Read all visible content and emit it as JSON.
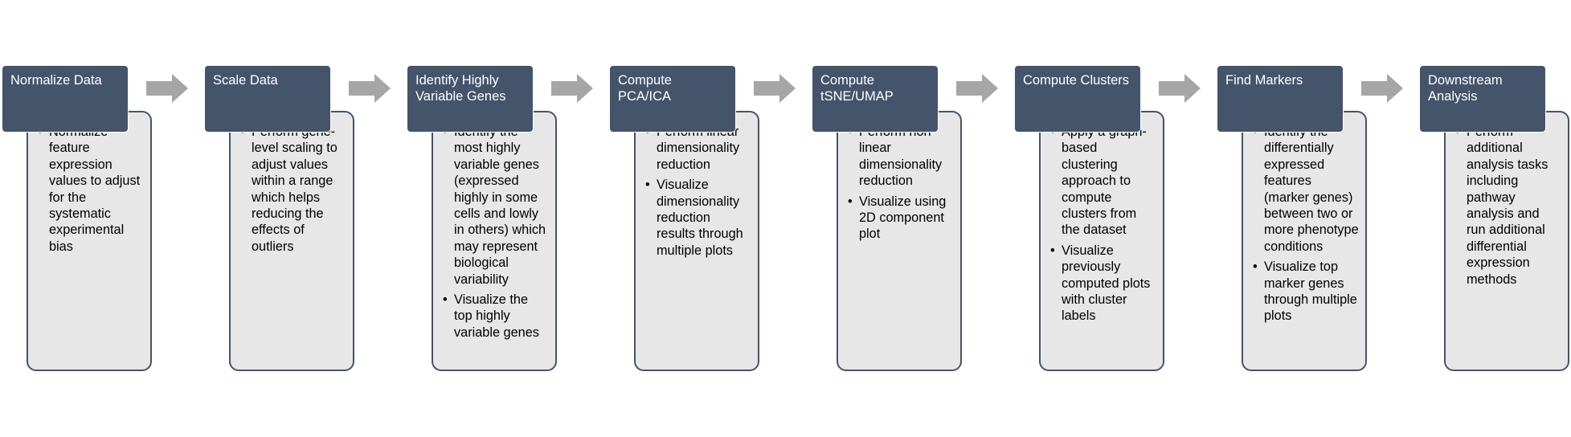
{
  "colors": {
    "header_fill": "#44546a",
    "body_fill": "#e7e7e7",
    "body_border": "#44546a",
    "arrow_fill": "#a6a6a6",
    "header_text": "#ffffff",
    "body_text": "#000000"
  },
  "steps": [
    {
      "title": "Normalize Data",
      "bullets": [
        "Normalize feature expression values to adjust for the systematic experimental bias"
      ]
    },
    {
      "title": "Scale Data",
      "bullets": [
        "Perform gene-level scaling to adjust values within a range which helps reducing the effects of outliers"
      ]
    },
    {
      "title": "Identify Highly Variable Genes",
      "bullets": [
        "Identify the most highly variable genes (expressed highly in some cells and lowly in others) which may represent biological variability",
        "Visualize the top highly variable genes"
      ]
    },
    {
      "title": "Compute PCA/ICA",
      "bullets": [
        "Perform linear dimensionality reduction",
        "Visualize dimensionality reduction results through multiple plots"
      ]
    },
    {
      "title": "Compute tSNE/UMAP",
      "bullets": [
        "Perform non-linear dimensionality reduction",
        "Visualize using 2D component plot"
      ]
    },
    {
      "title": "Compute Clusters",
      "bullets": [
        "Apply a graph-based clustering approach to compute clusters from the dataset",
        "Visualize previously computed plots with cluster labels"
      ]
    },
    {
      "title": "Find Markers",
      "bullets": [
        "Identify the differentially expressed features (marker genes) between two or more phenotype conditions",
        "Visualize top marker genes through multiple plots"
      ]
    },
    {
      "title": "Downstream Analysis",
      "bullets": [
        "Perform additional analysis tasks including pathway analysis and run additional differential expression methods"
      ]
    }
  ]
}
